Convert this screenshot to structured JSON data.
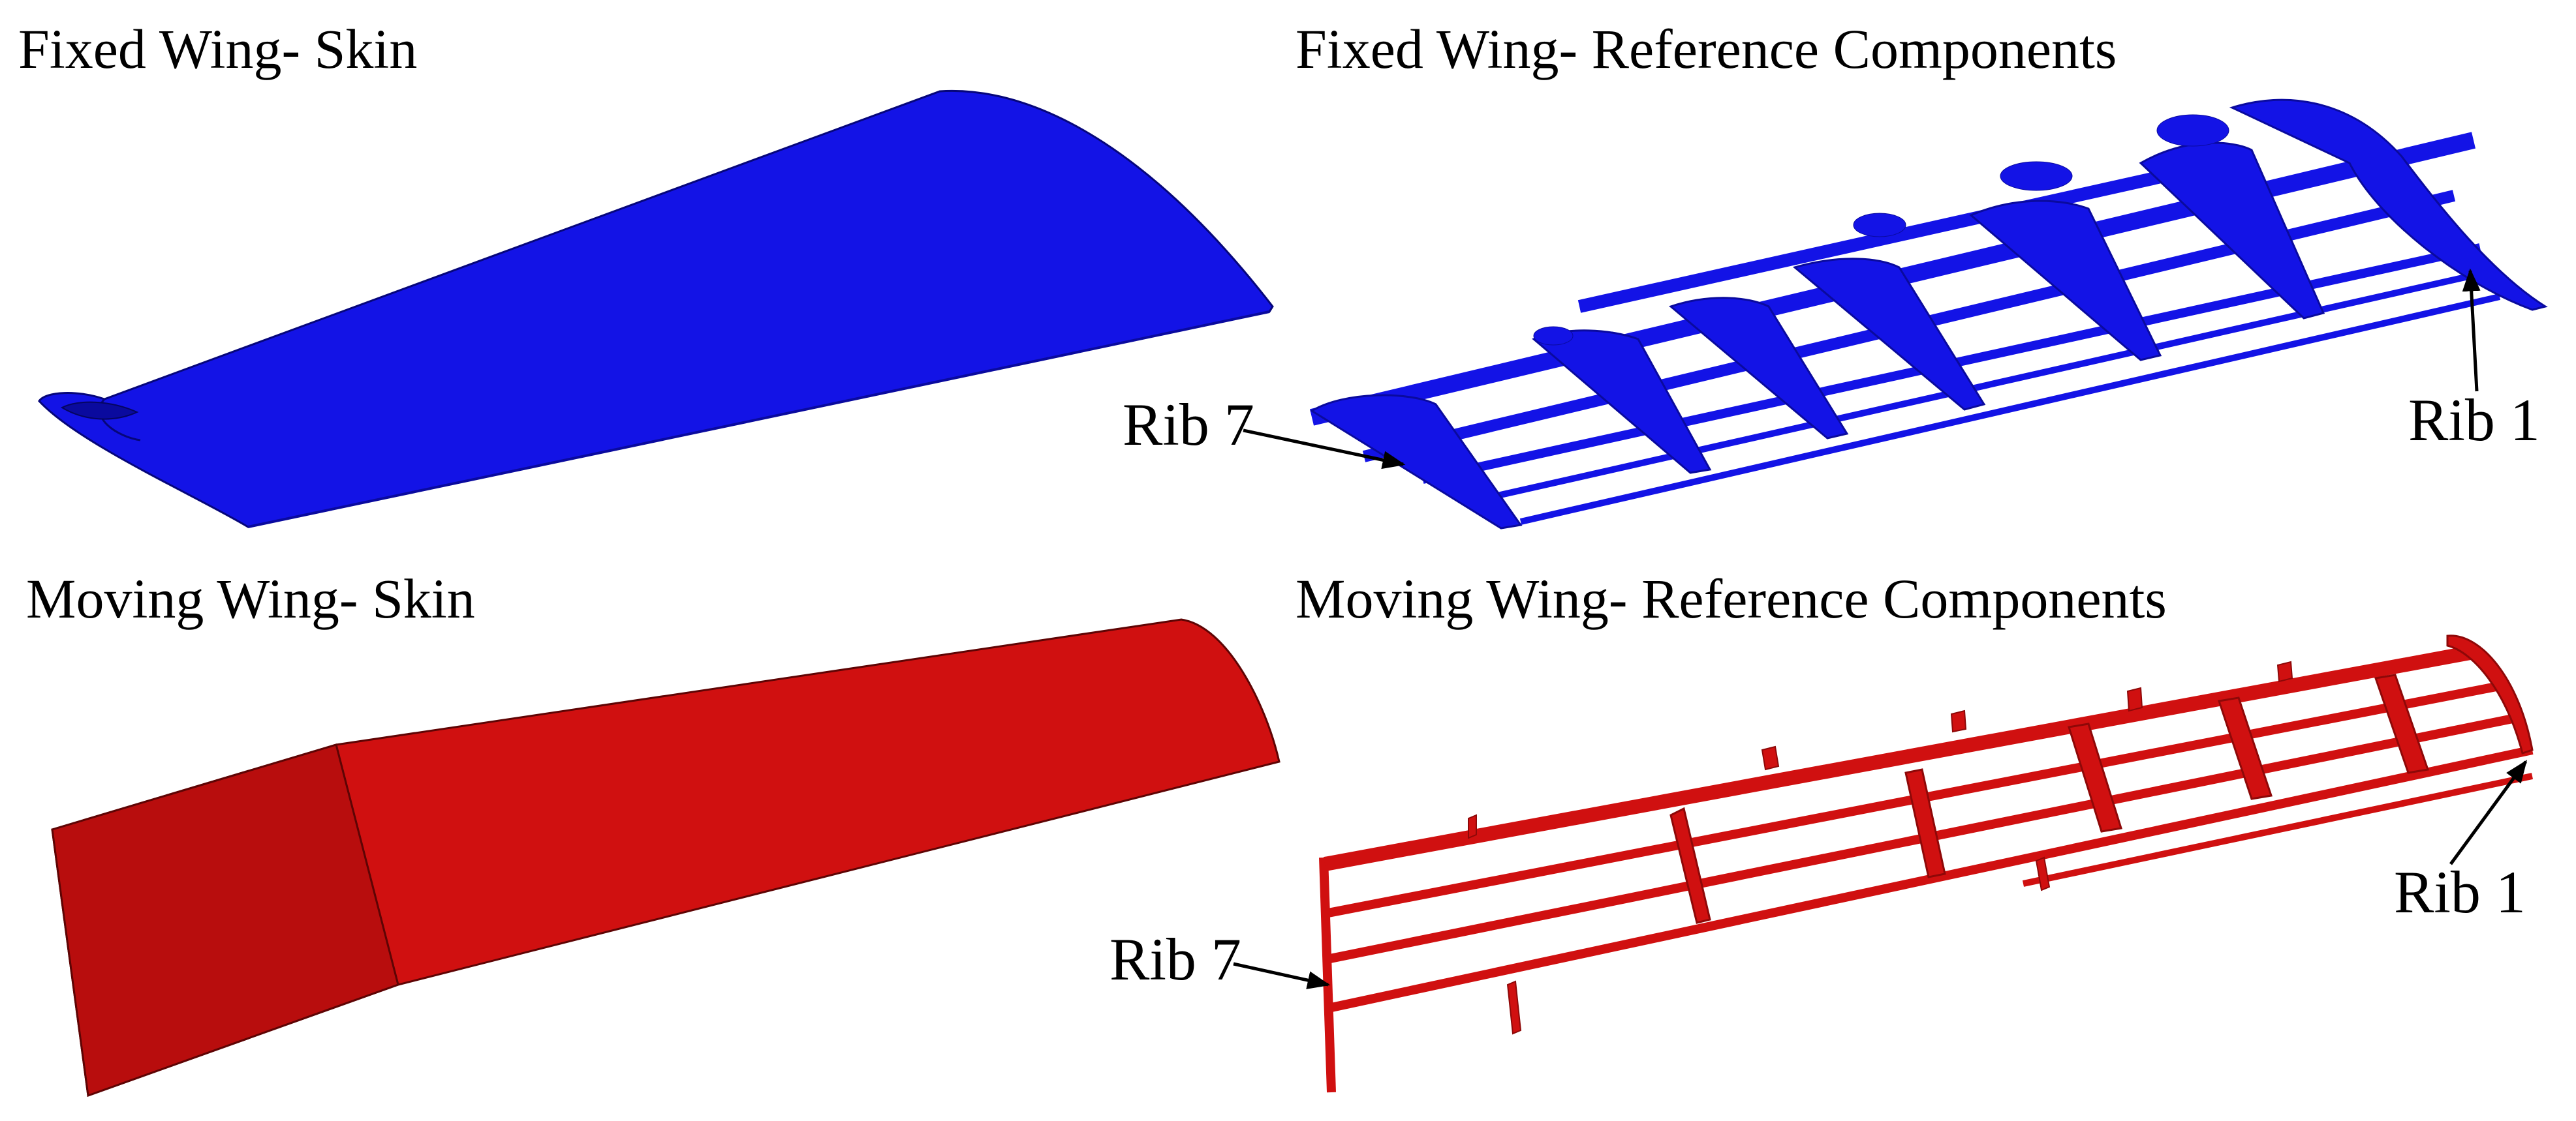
{
  "panels": {
    "fixed_skin": {
      "title": "Fixed Wing- Skin"
    },
    "fixed_components": {
      "title": "Fixed Wing- Reference Components",
      "rib_root": "Rib 7",
      "rib_tip": "Rib 1"
    },
    "moving_skin": {
      "title": "Moving Wing- Skin"
    },
    "moving_components": {
      "title": "Moving Wing- Reference Components",
      "rib_root": "Rib 7",
      "rib_tip": "Rib 1"
    }
  },
  "colors": {
    "fixed": "#1313e6",
    "fixed_dark": "#0a0a9e",
    "moving": "#d01010",
    "moving_dark": "#8e0808"
  }
}
